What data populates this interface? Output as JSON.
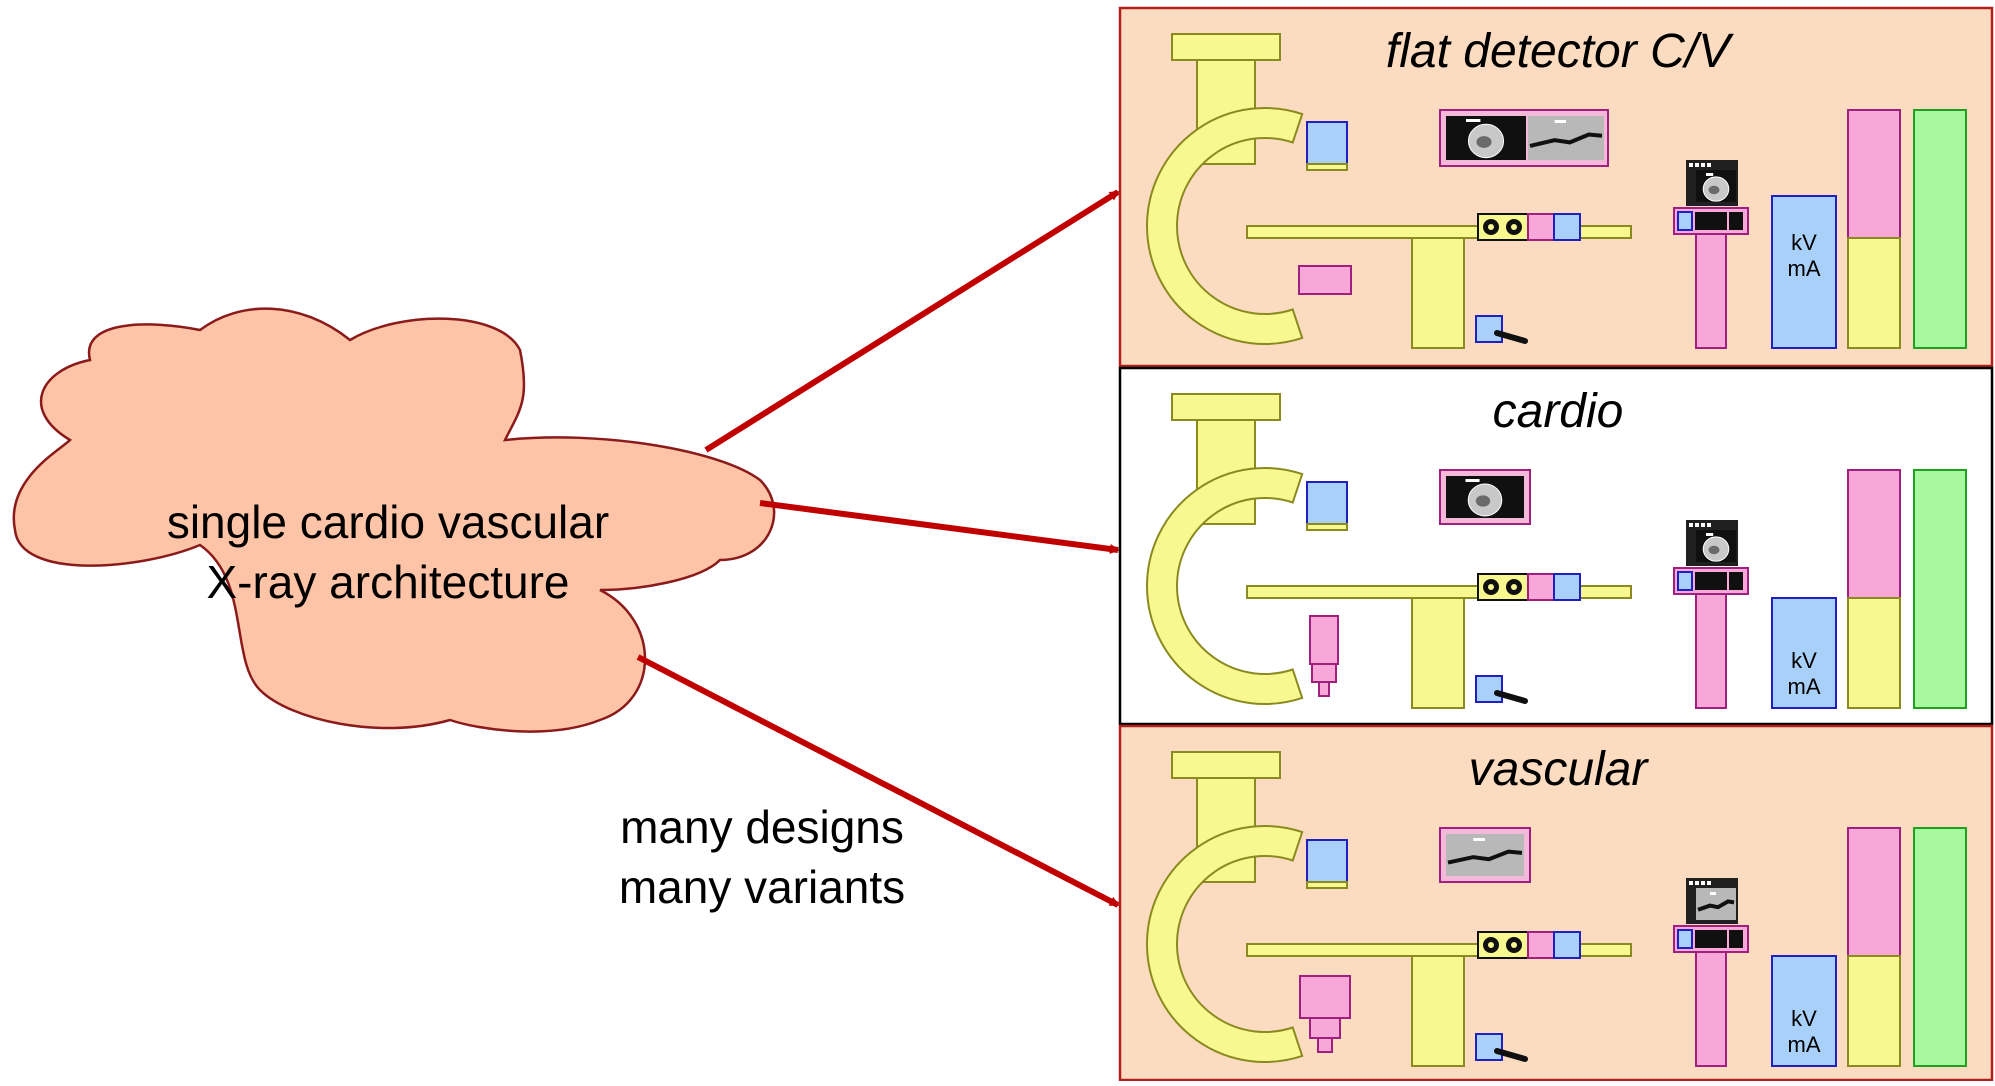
{
  "cloud": {
    "line1": "single cardio vascular",
    "line2": "X-ray architecture"
  },
  "note": {
    "line1": "many designs",
    "line2": "many variants"
  },
  "panels": [
    {
      "title": "flat detector C/V",
      "background": "#fcdcc0",
      "border": "#b0201f",
      "variant": "flat",
      "monitor": "both"
    },
    {
      "title": "cardio",
      "background": "#ffffff",
      "border": "#000000",
      "variant": "cardio",
      "monitor": "cardio"
    },
    {
      "title": "vascular",
      "background": "#fcdcc0",
      "border": "#b0201f",
      "variant": "vascular",
      "monitor": "vascular"
    }
  ],
  "generator_label": {
    "line1": "kV",
    "line2": "mA"
  },
  "colors": {
    "cloud_fill": "#fdc4a8",
    "cloud_stroke": "#8b1a1a",
    "arrow": "#c00000",
    "yellow": "#f8f890",
    "pink": "#f8a8d8",
    "blue": "#a8d0f8",
    "green": "#a8f8a0",
    "monitor_frame": "#f4b8d8"
  }
}
